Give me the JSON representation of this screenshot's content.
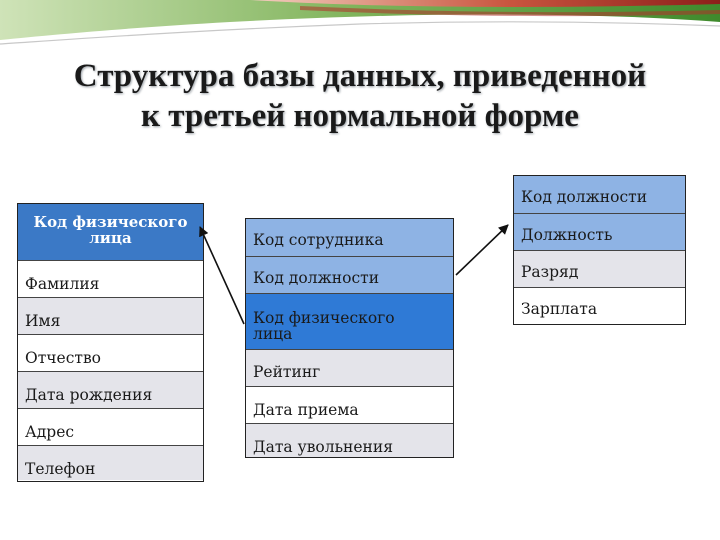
{
  "slide": {
    "title_line1": "Структура базы данных, приведенной",
    "title_line2": "к третьей нормальной форме"
  },
  "person_table": {
    "key": "Код физического лица",
    "fields": [
      "Фамилия",
      "Имя",
      "Отчество",
      "Дата рождения",
      "Адрес",
      "Телефон"
    ]
  },
  "employee_table": {
    "fields": [
      "Код сотрудника",
      "Код должности",
      "Код физического лица",
      "Рейтинг",
      "Дата приема",
      "Дата увольнения"
    ]
  },
  "position_table": {
    "key": "Код должности",
    "fields": [
      "Должность",
      "Разряд",
      "Зарплата"
    ]
  },
  "colors": {
    "banner_green": "#5a9a3a",
    "banner_red": "#b0302a",
    "key_blue": "#3b79c6",
    "light_blue": "#8eb3e4",
    "row_gray": "#e4e4ea"
  }
}
